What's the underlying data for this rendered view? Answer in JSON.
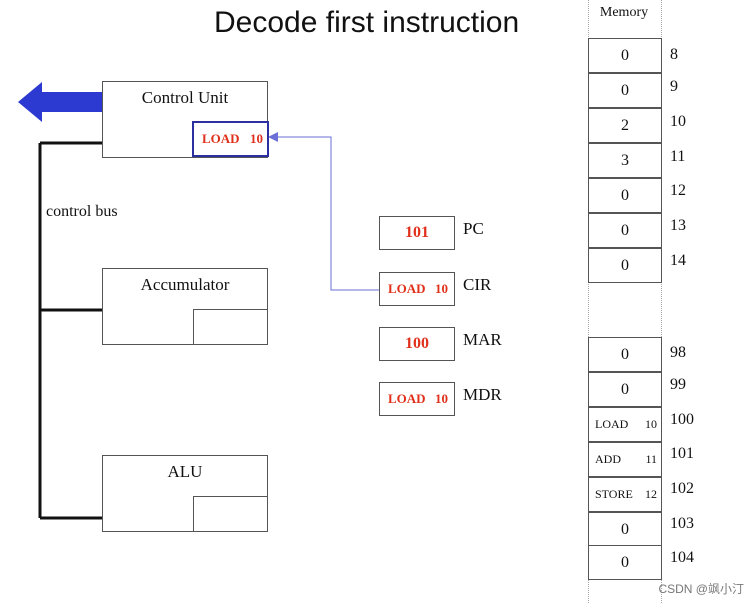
{
  "title": "Decode first instruction",
  "control_unit": {
    "label": "Control Unit",
    "instr_op": "LOAD",
    "instr_arg": "10"
  },
  "control_bus_label": "control bus",
  "accumulator": {
    "label": "Accumulator"
  },
  "alu": {
    "label": "ALU"
  },
  "registers": {
    "pc": {
      "name": "PC",
      "value": "101"
    },
    "cir": {
      "name": "CIR",
      "op": "LOAD",
      "arg": "10"
    },
    "mar": {
      "name": "MAR",
      "value": "100"
    },
    "mdr": {
      "name": "MDR",
      "op": "LOAD",
      "arg": "10"
    }
  },
  "memory": {
    "title": "Memory",
    "top_cells": [
      {
        "value": "0",
        "addr": "8"
      },
      {
        "value": "0",
        "addr": "9"
      },
      {
        "value": "2",
        "addr": "10"
      },
      {
        "value": "3",
        "addr": "11"
      },
      {
        "value": "0",
        "addr": "12"
      },
      {
        "value": "0",
        "addr": "13"
      },
      {
        "value": "0",
        "addr": "14"
      }
    ],
    "bottom_cells": [
      {
        "value": "0",
        "addr": "98"
      },
      {
        "value": "0",
        "addr": "99"
      },
      {
        "op": "LOAD",
        "arg": "10",
        "addr": "100"
      },
      {
        "op": "ADD",
        "arg": "11",
        "addr": "101"
      },
      {
        "op": "STORE",
        "arg": "12",
        "addr": "102"
      },
      {
        "value": "0",
        "addr": "103"
      },
      {
        "value": "0",
        "addr": "104"
      }
    ]
  },
  "watermark": "CSDN @飒小汀",
  "colors": {
    "arrow": "#2d3ad1",
    "highlight": "#2b2fa0",
    "value_red": "#e0301c",
    "connector": "#6b6fd6"
  }
}
